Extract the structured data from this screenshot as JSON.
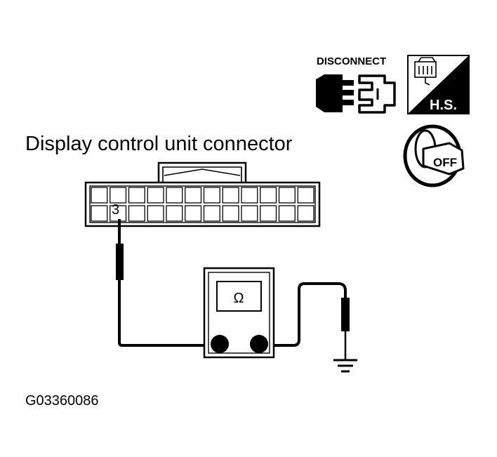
{
  "connector_title": "Display control unit connector",
  "pin_label": "3",
  "meter_symbol": "Ω",
  "figure_code": "G03360086",
  "icons": {
    "disconnect_label": "DISCONNECT",
    "hs_label": "H.S.",
    "key_label": "OFF"
  }
}
